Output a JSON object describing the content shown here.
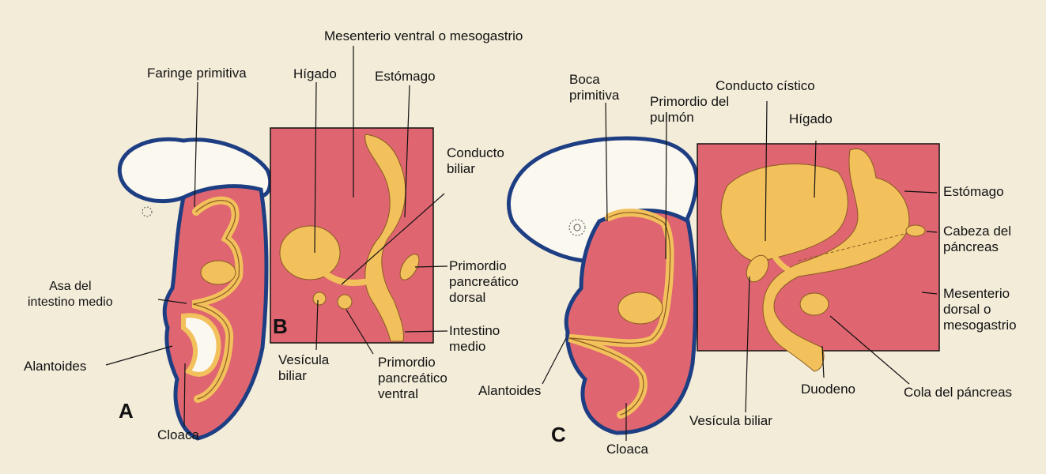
{
  "colors": {
    "paper": "#f3ecd9",
    "tissue": "#df6670",
    "gut": "#f2c15c",
    "outline": "#1e3e83",
    "ink": "#111111"
  },
  "panels": {
    "A": "A",
    "B": "B",
    "C": "C"
  },
  "labels": {
    "faringe_primitiva": "Faringe primitiva",
    "mesenterio_ventral": "Mesenterio ventral o mesogastrio",
    "higado_b": "Hígado",
    "estomago_b": "Estómago",
    "conducto_biliar": "Conducto\nbiliar",
    "primordio_pancreatico_dorsal": "Primordio\npancreático\ndorsal",
    "intestino_medio_b": "Intestino\nmedio",
    "asa_intestino_medio": "Asa del\nintestino medio",
    "alantoides_a": "Alantoides",
    "cloaca_a": "Cloaca",
    "vesicula_biliar_b": "Vesícula\nbiliar",
    "primordio_pancreatico_ventral": "Primordio\npancreático\nventral",
    "boca_primitiva": "Boca\nprimitiva",
    "primordio_pulmon": "Primordio del\npulmón",
    "conducto_cistico": "Conducto cístico",
    "higado_c": "Hígado",
    "estomago_c": "Estómago",
    "cabeza_pancreas": "Cabeza del\npáncreas",
    "mesenterio_dorsal": "Mesenterio\ndorsal o\nmesogastrio",
    "alantoides_c": "Alantoides",
    "cloaca_c": "Cloaca",
    "duodeno": "Duodeno",
    "cola_pancreas": "Cola del páncreas",
    "vesicula_biliar_c": "Vesícula biliar"
  }
}
